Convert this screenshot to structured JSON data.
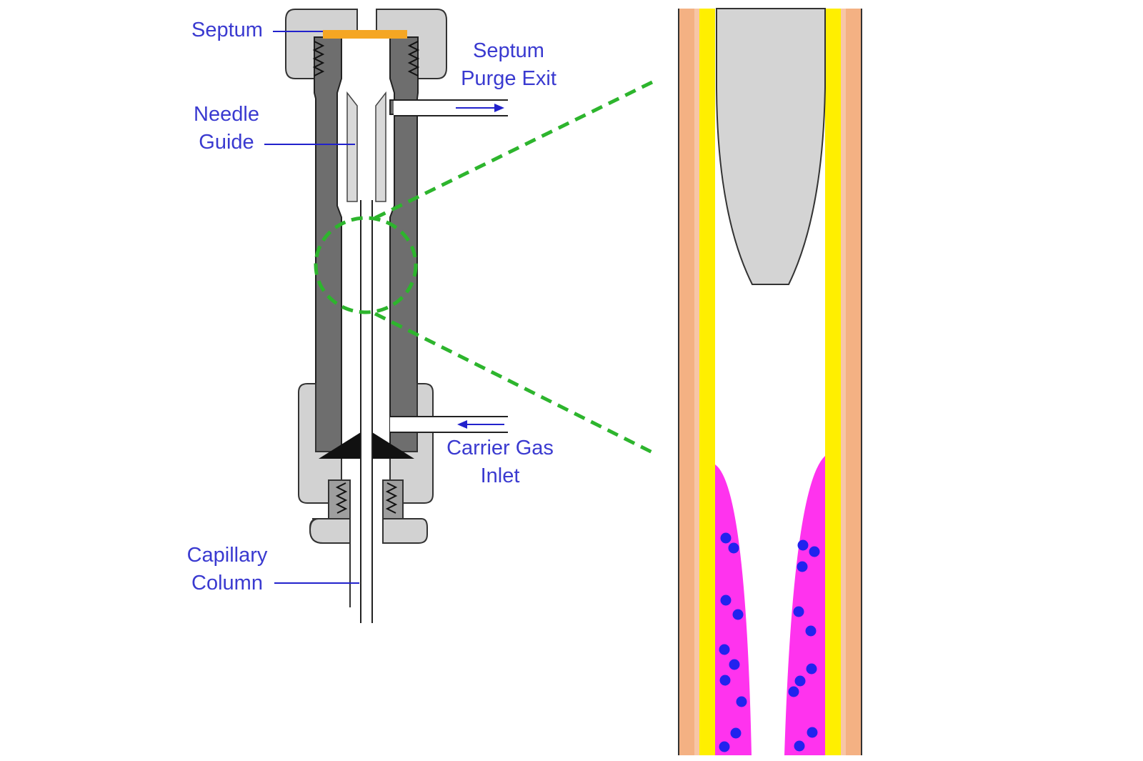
{
  "labels": {
    "septum": "Septum",
    "septum_purge_exit_line1": "Septum",
    "septum_purge_exit_line2": "Purge Exit",
    "needle_guide_line1": "Needle",
    "needle_guide_line2": "Guide",
    "carrier_gas_inlet_line1": "Carrier Gas",
    "carrier_gas_inlet_line2": "Inlet",
    "capillary_column_line1": "Capillary",
    "capillary_column_line2": "Column"
  },
  "colors": {
    "label_text": "#3a3ad0",
    "septum": "#f5a623",
    "body_dark": "#6e6e6e",
    "nut_light": "#d2d2d2",
    "nut_mid": "#9e9e9e",
    "needle_guide": "#d9d9d9",
    "ferrule": "#111111",
    "zoom_outline": "#2db52d",
    "tube_outer": "#f4b183",
    "tube_yellow": "#ffef00",
    "tube_inner_pink": "#f7c6a6",
    "liquid_film": "#ff33ee",
    "droplets": "#2222ee"
  },
  "icons": {
    "purge_flow": "arrow-right-icon",
    "carrier_flow": "arrow-left-icon"
  }
}
